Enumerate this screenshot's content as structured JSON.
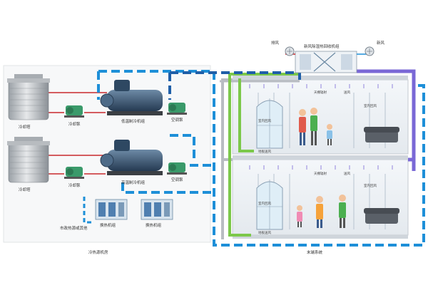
{
  "labels": {
    "cooling_tower_top": "冷却塔",
    "cooling_tower_bottom": "冷却塔",
    "cooling_pump_top": "冷却泵",
    "cooling_pump_bottom": "冷却泵",
    "chiller_low_temp": "低温制冷机组",
    "chiller_high_temp": "高温制冷机组",
    "ac_pump_top": "空调泵",
    "ac_pump_bottom": "空调泵",
    "heat_exchanger_left": "换热机组",
    "heat_exchanger_right": "换热机组",
    "municipal_heating": "市政热源或其他",
    "fresh_air_unit": "新风除湿热回收机组",
    "exhaust_air": "排风",
    "fresh_air": "新风",
    "supply_air_upper": "送风",
    "supply_air_lower": "送风",
    "ceiling_radiant_upper": "天棚辐射",
    "ceiling_radiant_lower": "天棚辐射",
    "indoor_return_upper_left": "室内回风",
    "indoor_return_upper_right": "室内回风",
    "indoor_return_lower_left": "室内回风",
    "indoor_return_lower_right": "室内回风",
    "floor_return_upper": "地板送风",
    "floor_return_lower": "地板送风",
    "caption_left": "冷热源机房",
    "caption_right": "末端系统"
  },
  "colors": {
    "blue_dashed": "#1d8fd8",
    "navy_dashed": "#1f5fa8",
    "green_pipe": "#7cc84a",
    "purple_pipe": "#7a68d6",
    "grey_pipe": "#b8bcc2",
    "red_pipe": "#c8282c",
    "machine": "#3c5a78",
    "pump": "#3a9a6a"
  },
  "icons": [
    "cooling-tower-icon",
    "pump-icon",
    "chiller-icon",
    "heat-exchanger-icon",
    "fan-icon",
    "window-icon",
    "person-icon",
    "sofa-icon"
  ]
}
